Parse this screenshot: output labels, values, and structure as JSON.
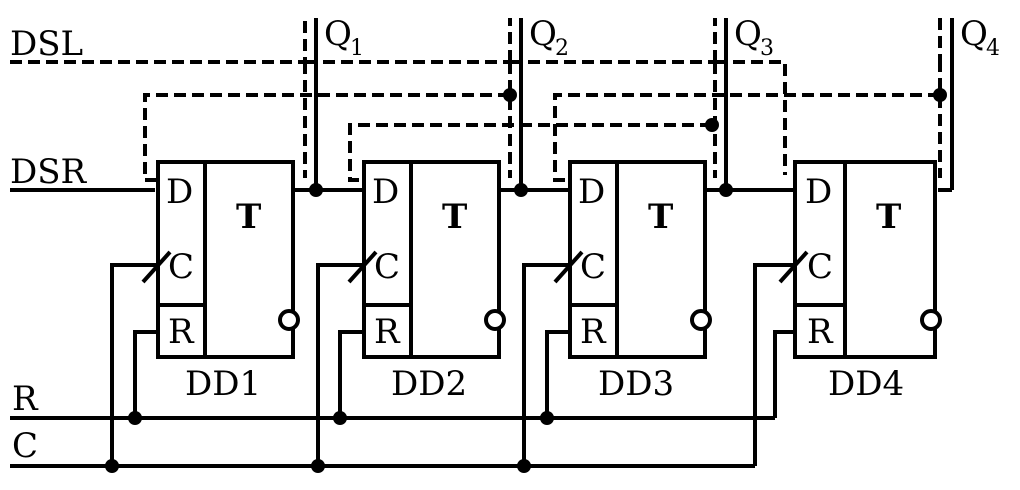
{
  "signals": {
    "dsl": "DSL",
    "dsr": "DSR",
    "r": "R",
    "c": "C"
  },
  "outputs": {
    "q1": {
      "main": "Q",
      "sub": "1"
    },
    "q2": {
      "main": "Q",
      "sub": "2"
    },
    "q3": {
      "main": "Q",
      "sub": "3"
    },
    "q4": {
      "main": "Q",
      "sub": "4"
    }
  },
  "flipflops": [
    {
      "name": "DD1",
      "type": "T",
      "d": "D",
      "c": "C",
      "r": "R"
    },
    {
      "name": "DD2",
      "type": "T",
      "d": "D",
      "c": "C",
      "r": "R"
    },
    {
      "name": "DD3",
      "type": "T",
      "d": "D",
      "c": "C",
      "r": "R"
    },
    {
      "name": "DD4",
      "type": "T",
      "d": "D",
      "c": "C",
      "r": "R"
    }
  ]
}
